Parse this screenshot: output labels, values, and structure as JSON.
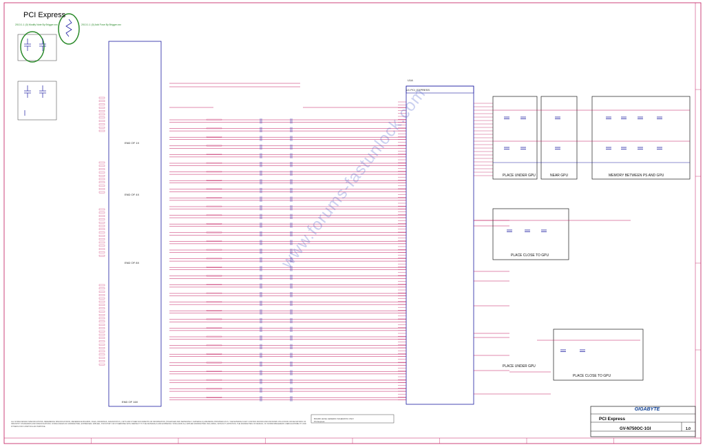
{
  "sheet_title": "PCI Express",
  "notes": {
    "modify_note": "2013.1.1 (0) Modify Note By Brigger.xxx",
    "add_fuse_note": "2013.1.1 (0) Add Fuse By Brigger.xxx"
  },
  "place_boxes": {
    "place_under_gpu_top": "PLACE UNDER GPU",
    "near_gpu": "NEAR GPU",
    "memory_between": "MEMORY BETWEEN PS AND GPU",
    "place_close_mid": "PLACE CLOSE TO GPU",
    "place_under_gpu_bottom": "PLACE UNDER GPU",
    "place_close_bottom": "PLACE CLOSE TO GPU"
  },
  "gpu_block": {
    "part": "U1A",
    "part_label": "U1 PCI_EXPRESS",
    "side_labels": [
      "END OF 1X",
      "END OF 4X",
      "END OF 8X",
      "END OF 16X"
    ]
  },
  "title_block": {
    "brand": "GIGABYTE",
    "title": "PCI Express",
    "document_number": "GV-N750OC-1GI",
    "revision": "1.0"
  },
  "mid_note": {
    "line1": "BOARD LEVEL GENERIC SCHEMATIC ONLY",
    "line2": "PCI Express"
  },
  "disclaimer": "ALL NVIDIA DESIGN SPECIFICATIONS, REFERENCE SPECIFICATIONS, REFERENCE BOARDS, FILES, DRAWINGS, DIAGNOSTICS, LISTS AND OTHER DOCUMENTS OR INFORMATION (TOGETHER AND SEPARATELY, MATERIALS) ARE BEING PROVIDED AS IS. THE MATERIALS MAY CONTAIN KNOWN AND UNKNOWN VIOLATIONS OR DEVIATIONS OF INDUSTRY STANDARDS AND SPECIFICATIONS. NVIDIA MAKES NO WARRANTIES, EXPRESSED, IMPLIED, STATUTORY OR OTHERWISE WITH RESPECT TO THE MATERIALS AND EXPRESSLY DISCLAIMS ALL IMPLIED WARRANTIES INCLUDING, WITHOUT LIMITATION, THE WARRANTIES OF DESIGN, OF NONINFRINGEMENT, MERCHANTABILITY AND FITNESS FOR A PARTICULAR PURPOSE.",
  "watermark": "www.forums-fastunlock.com",
  "colors": {
    "wire": "#c0145a",
    "bus": "#1a1aa0",
    "box": "#1a1a1a",
    "note": "#2a8a2a",
    "brand": "#0b3d91"
  }
}
